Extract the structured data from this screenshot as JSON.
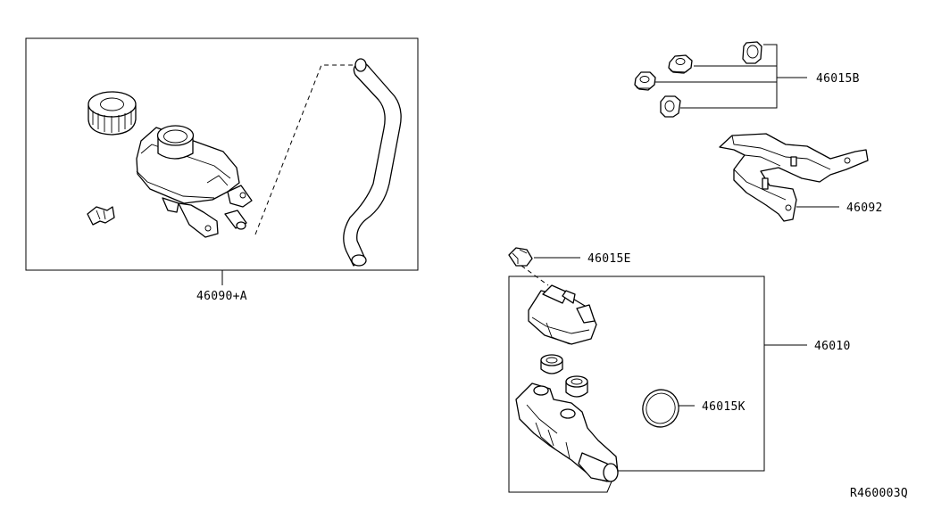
{
  "labels": {
    "reservoir_assy": "46090+A",
    "nut_set": "46015B",
    "bracket": "46092",
    "grommet": "46015E",
    "master_cylinder": "46010",
    "oring": "46015K",
    "diagram_code": "R460003Q"
  }
}
